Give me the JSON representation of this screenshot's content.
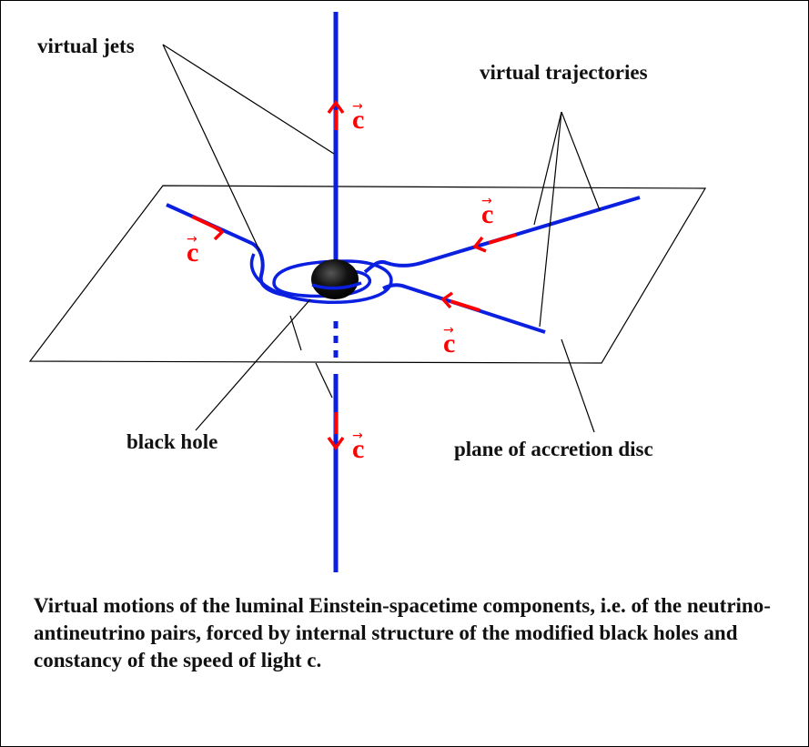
{
  "labels": {
    "virtual_jets": "virtual jets",
    "virtual_trajectories": "virtual trajectories",
    "black_hole": "black hole",
    "plane": "plane of accretion disc",
    "c_symbol": "c",
    "vector_arrow": "→"
  },
  "caption": "Virtual motions of the luminal Einstein-spacetime components, i.e. of the neutrino-antineutrino pairs, forced by internal structure of the modified black holes and constancy of the speed of light c.",
  "colors": {
    "trajectory": "#0a1fe0",
    "vector": "#ff0000",
    "black_hole": "#111111",
    "line": "#000000"
  }
}
